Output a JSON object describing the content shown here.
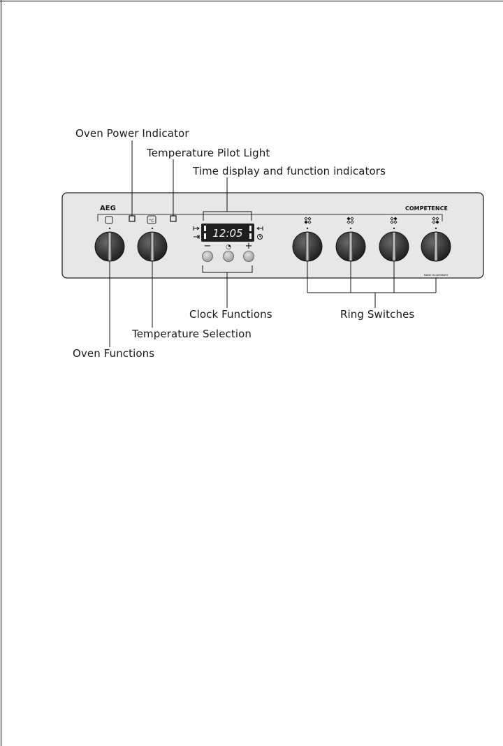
{
  "callouts": {
    "oven_power_indicator": "Oven Power Indicator",
    "temperature_pilot_light": "Temperature Pilot Light",
    "time_display": "Time display and function indicators",
    "clock_functions": "Clock Functions",
    "ring_switches": "Ring Switches",
    "temperature_selection": "Temperature Selection",
    "oven_functions": "Oven Functions"
  },
  "panel": {
    "brand": "AEG",
    "model": "COMPETENCE",
    "made_in": "MADE IN GERMANY",
    "clock_time": "12:05",
    "celsius_symbol": "°C",
    "clock_button_labels": [
      "−",
      "◔",
      "+"
    ]
  },
  "colors": {
    "panel_bg": "#e7e7e7",
    "knob": "#3a3a3a",
    "display_bg": "#1e1e1e",
    "display_text": "#f2f2f2",
    "button": "#b9b9b9"
  }
}
